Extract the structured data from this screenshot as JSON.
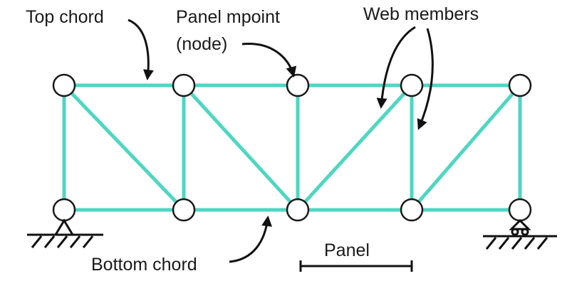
{
  "labels": {
    "top_chord": "Top chord",
    "panel_point_line1": "Panel mpoint",
    "panel_point_line2": "(node)",
    "web_members": "Web members",
    "bottom_chord": "Bottom chord",
    "panel": "Panel"
  },
  "colors": {
    "member": "#4fd6c2",
    "node_fill": "#ffffff",
    "ink": "#111111"
  },
  "icons": [
    "pin-support-icon",
    "roller-support-icon"
  ]
}
